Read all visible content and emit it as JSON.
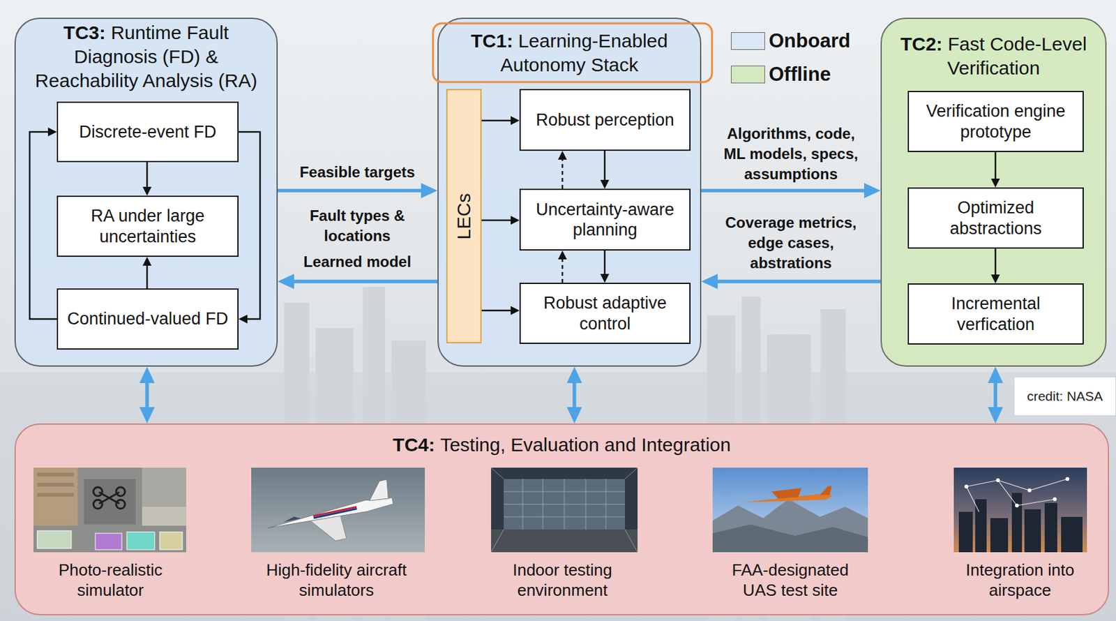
{
  "diagram": {
    "nodes": [
      {
        "text": [
          "TC3:",
          "Runtime Fault Diagnosis (FD) & Reachability Analysis (RA)"
        ]
      },
      {
        "text": [
          "Discrete-event FD"
        ],
        "in": 0
      },
      {
        "text": [
          "RA under large uncertainties"
        ],
        "in": 0
      },
      {
        "text": [
          "Continued-valued FD"
        ],
        "in": 0
      },
      {
        "text": [
          "TC1:",
          "Learning-Enabled Autonomy Stack"
        ]
      },
      {
        "text": [
          "LECs"
        ],
        "in": 4
      },
      {
        "text": [
          "Robust perception"
        ],
        "in": 4
      },
      {
        "text": [
          "Uncertainty-aware planning"
        ],
        "in": 4
      },
      {
        "text": [
          "Robust adaptive control"
        ],
        "in": 4
      },
      {
        "text": [
          "TC2:",
          "Fast Code-Level Verification"
        ]
      },
      {
        "text": [
          "Verification engine prototype"
        ],
        "in": 9
      },
      {
        "text": [
          "Optimized abstractions"
        ],
        "in": 9
      },
      {
        "text": [
          "Incremental verfication"
        ],
        "in": 9
      },
      {
        "text": [
          "TC4:",
          "Testing, Evaluation and Integration"
        ]
      }
    ],
    "edges": [
      {
        "from": 0,
        "to": 4,
        "arrow": "to",
        "label": "Feasible targets"
      },
      {
        "from": 4,
        "to": 0,
        "arrow": "to",
        "label": "Learned model"
      },
      {
        "from": 4,
        "to": 9,
        "arrow": "to",
        "label": "Algorithms, code, ML models, specs, assumptions"
      },
      {
        "from": 9,
        "to": 4,
        "arrow": "to",
        "label": "Coverage metrics, edge cases, abstrations"
      },
      {
        "from": 1,
        "to": 2,
        "arrow": "to"
      },
      {
        "from": 3,
        "to": 2,
        "arrow": "to"
      },
      {
        "from": 1,
        "to": 3,
        "arrow": "to"
      },
      {
        "from": 3,
        "to": 1,
        "arrow": "to"
      },
      {
        "from": 5,
        "to": 6,
        "arrow": "to"
      },
      {
        "from": 5,
        "to": 7,
        "arrow": "to"
      },
      {
        "from": 5,
        "to": 8,
        "arrow": "to"
      },
      {
        "from": 6,
        "to": 7,
        "arrow": "to"
      },
      {
        "from": 7,
        "to": 6,
        "arrow": "to"
      },
      {
        "from": 7,
        "to": 8,
        "arrow": "to"
      },
      {
        "from": 8,
        "to": 7,
        "arrow": "to"
      },
      {
        "from": 10,
        "to": 11,
        "arrow": "to"
      },
      {
        "from": 11,
        "to": 12,
        "arrow": "to"
      },
      {
        "from": 13,
        "to": 0,
        "arrow": "both"
      },
      {
        "from": 13,
        "to": 4,
        "arrow": "both"
      },
      {
        "from": 13,
        "to": 9,
        "arrow": "both"
      }
    ],
    "labels": [
      "Fault types & locations",
      "Photo-realistic simulator",
      "High-fidelity aircraft simulators",
      "Indoor testing environment",
      "FAA-designated UAS test site",
      "Integration into airspace",
      "credit: NASA"
    ],
    "legend": [
      {
        "text": "Onboard",
        "color": "#dce8f6"
      },
      {
        "text": "Offline",
        "color": "#d4e9bf"
      }
    ]
  }
}
